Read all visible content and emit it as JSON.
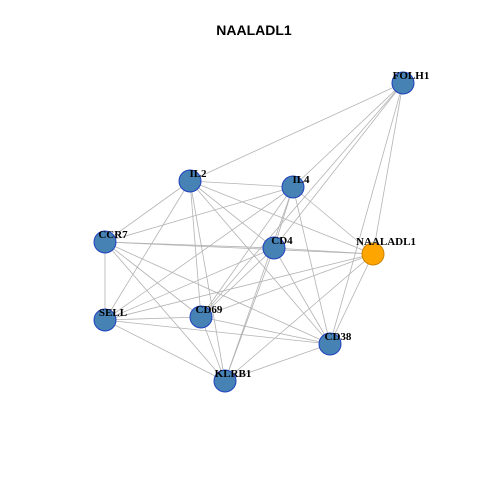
{
  "title": "NAALADL1",
  "colors": {
    "hub_fill": "#FFA500",
    "hub_stroke": "#CC8400",
    "node_fill": "#4682B4",
    "node_stroke": "#1E3FBF",
    "edge": "#B3B3B3"
  },
  "nodes": [
    {
      "id": "FOLH1",
      "hub": false
    },
    {
      "id": "IL2",
      "hub": false
    },
    {
      "id": "IL4",
      "hub": false
    },
    {
      "id": "CCR7",
      "hub": false
    },
    {
      "id": "CD4",
      "hub": false
    },
    {
      "id": "NAALADL1",
      "hub": true
    },
    {
      "id": "SELL",
      "hub": false
    },
    {
      "id": "CD69",
      "hub": false
    },
    {
      "id": "CD38",
      "hub": false
    },
    {
      "id": "KLRB1",
      "hub": false
    }
  ],
  "edges": [
    [
      "FOLH1",
      "IL2"
    ],
    [
      "FOLH1",
      "IL4"
    ],
    [
      "FOLH1",
      "CD4"
    ],
    [
      "FOLH1",
      "NAALADL1"
    ],
    [
      "FOLH1",
      "CD69"
    ],
    [
      "FOLH1",
      "CD38"
    ],
    [
      "IL2",
      "IL4"
    ],
    [
      "IL2",
      "CCR7"
    ],
    [
      "IL2",
      "CD4"
    ],
    [
      "IL2",
      "NAALADL1"
    ],
    [
      "IL2",
      "SELL"
    ],
    [
      "IL2",
      "CD69"
    ],
    [
      "IL2",
      "CD38"
    ],
    [
      "IL2",
      "KLRB1"
    ],
    [
      "IL4",
      "CCR7"
    ],
    [
      "IL4",
      "CD4"
    ],
    [
      "IL4",
      "NAALADL1"
    ],
    [
      "IL4",
      "SELL"
    ],
    [
      "IL4",
      "CD69"
    ],
    [
      "IL4",
      "CD38"
    ],
    [
      "IL4",
      "KLRB1"
    ],
    [
      "CCR7",
      "CD4"
    ],
    [
      "CCR7",
      "NAALADL1"
    ],
    [
      "CCR7",
      "SELL"
    ],
    [
      "CCR7",
      "CD69"
    ],
    [
      "CCR7",
      "CD38"
    ],
    [
      "CCR7",
      "KLRB1"
    ],
    [
      "CD4",
      "NAALADL1"
    ],
    [
      "CD4",
      "SELL"
    ],
    [
      "CD4",
      "CD69"
    ],
    [
      "CD4",
      "CD38"
    ],
    [
      "CD4",
      "KLRB1"
    ],
    [
      "NAALADL1",
      "SELL"
    ],
    [
      "NAALADL1",
      "CD69"
    ],
    [
      "NAALADL1",
      "CD38"
    ],
    [
      "NAALADL1",
      "KLRB1"
    ],
    [
      "SELL",
      "CD69"
    ],
    [
      "SELL",
      "CD38"
    ],
    [
      "SELL",
      "KLRB1"
    ],
    [
      "CD69",
      "CD38"
    ],
    [
      "CD69",
      "KLRB1"
    ],
    [
      "CD38",
      "KLRB1"
    ]
  ]
}
